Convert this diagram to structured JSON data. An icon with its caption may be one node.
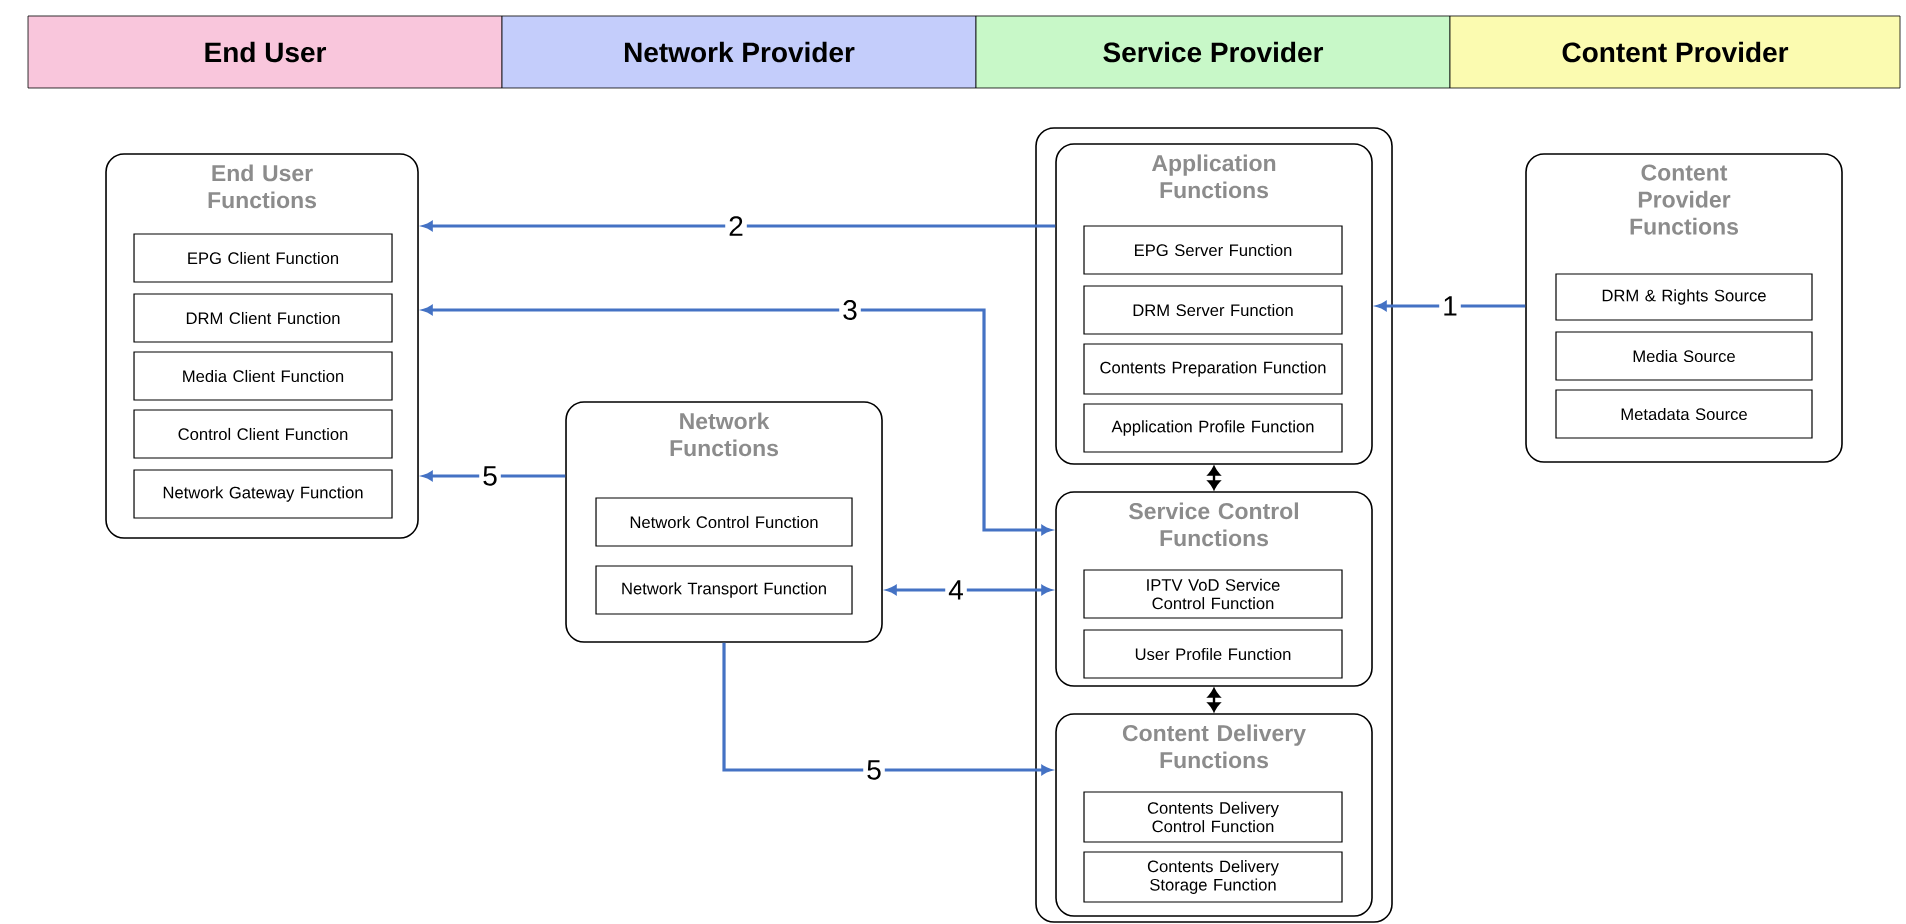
{
  "diagram": {
    "nodes": [
      {
        "text": [
          "End User"
        ]
      },
      {
        "text": [
          "Network Provider"
        ]
      },
      {
        "text": [
          "Service Provider"
        ]
      },
      {
        "text": [
          "Content Provider"
        ]
      },
      {
        "text": [
          "End User Functions"
        ]
      },
      {
        "text": [
          "EPG Client Function"
        ],
        "in": 4
      },
      {
        "text": [
          "DRM Client Function"
        ],
        "in": 4
      },
      {
        "text": [
          "Media Client Function"
        ],
        "in": 4
      },
      {
        "text": [
          "Control Client Function"
        ],
        "in": 4
      },
      {
        "text": [
          "Network Gateway Function"
        ],
        "in": 4
      },
      {
        "text": [
          "Network Functions"
        ]
      },
      {
        "text": [
          "Network Control Function"
        ],
        "in": 10
      },
      {
        "text": [
          "Network Transport Function"
        ],
        "in": 10
      },
      {
        "text": [],
        "shape": "box"
      },
      {
        "text": [
          "Application Functions"
        ],
        "in": 13
      },
      {
        "text": [
          "EPG Server Function"
        ],
        "in": 14
      },
      {
        "text": [
          "DRM Server Function"
        ],
        "in": 14
      },
      {
        "text": [
          "Contents Preparation Function"
        ],
        "in": 14
      },
      {
        "text": [
          "Application Profile Function"
        ],
        "in": 14
      },
      {
        "text": [
          "Service Control Functions"
        ],
        "in": 13
      },
      {
        "text": [
          "IPTV VoD Service Control Function"
        ],
        "in": 19
      },
      {
        "text": [
          "User Profile Function"
        ],
        "in": 19
      },
      {
        "text": [
          "Content Delivery Functions"
        ],
        "in": 13
      },
      {
        "text": [
          "Contents Delivery Control Function"
        ],
        "in": 22
      },
      {
        "text": [
          "Contents Delivery Storage Function"
        ],
        "in": 22
      },
      {
        "text": [
          "Content Provider Functions"
        ]
      },
      {
        "text": [
          "DRM & Rights Source"
        ],
        "in": 25
      },
      {
        "text": [
          "Media Source"
        ],
        "in": 25
      },
      {
        "text": [
          "Metadata Source"
        ],
        "in": 25
      }
    ],
    "edges": [
      {
        "from": 25,
        "to": 14,
        "arrow": "to",
        "label": "1"
      },
      {
        "from": 14,
        "to": 4,
        "arrow": "to",
        "label": "2"
      },
      {
        "from": 4,
        "to": 19,
        "arrow": "both",
        "label": "3"
      },
      {
        "from": 10,
        "to": 19,
        "arrow": "both",
        "label": "4"
      },
      {
        "from": 10,
        "to": 4,
        "arrow": "to",
        "label": "5"
      },
      {
        "from": 10,
        "to": 22,
        "arrow": "to",
        "label": "5"
      },
      {
        "from": 14,
        "to": 19,
        "arrow": "both",
        "color": "#000000"
      },
      {
        "from": 19,
        "to": 22,
        "arrow": "both",
        "color": "#000000"
      }
    ]
  }
}
